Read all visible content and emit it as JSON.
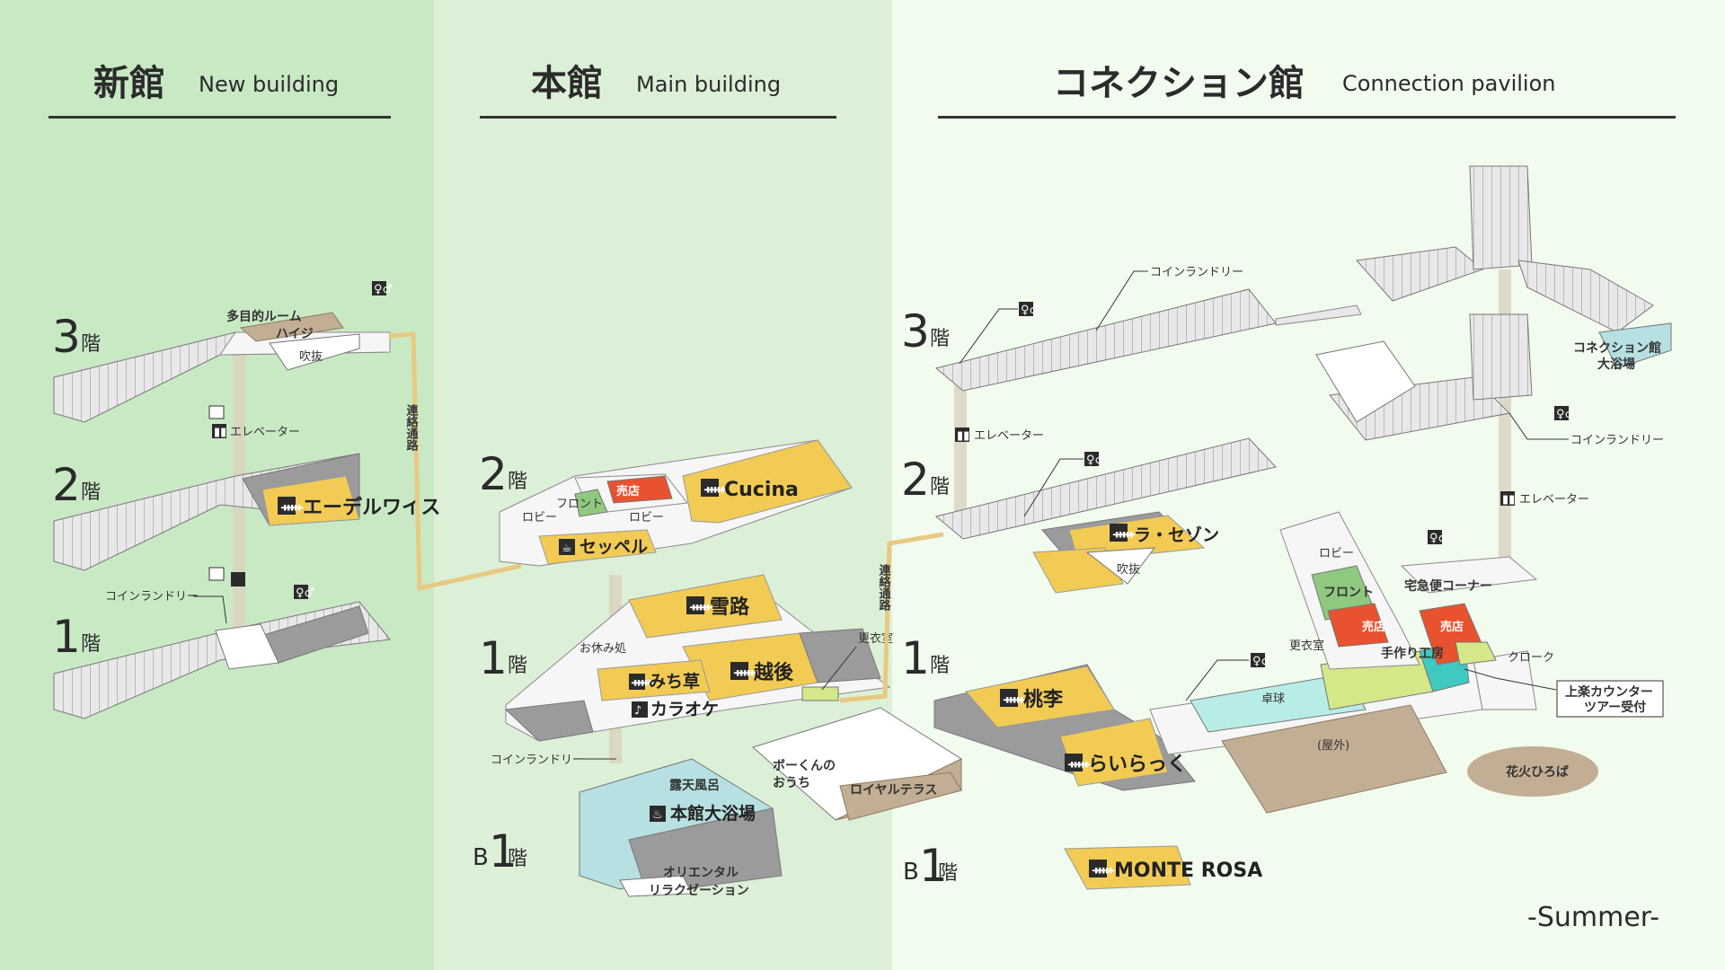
{
  "buildings": {
    "new": {
      "jp": "新館",
      "en": "New building"
    },
    "main": {
      "jp": "本館",
      "en": "Main building"
    },
    "connection": {
      "jp": "コネクション館",
      "en": "Connection pavilion"
    }
  },
  "floors": {
    "f3": "3",
    "f2": "2",
    "f1": "1",
    "kai": "階",
    "b": "B"
  },
  "labels": {
    "multi_room": "多目的ルーム",
    "haiji": "ハイジ",
    "fukinuke": "吹抜",
    "elevator": "エレベーター",
    "coin_laundry": "コインランドリー",
    "corridor": "連絡通路",
    "front": "フロント",
    "shop": "売店",
    "lobby": "ロビー",
    "rest_area": "お休み処",
    "locker_room": "更衣室",
    "outdoor_bath": "露天風呂",
    "oriental_1": "オリエンタル",
    "oriental_2": "リラクゼーション",
    "bo_kun_1": "ボーくんの",
    "bo_kun_2": "おうち",
    "royal_terrace": "ロイヤルテラス",
    "conn_bath_1": "コネクション館",
    "conn_bath_2": "大浴場",
    "takkyubin": "宅急便コーナー",
    "handcraft": "手作り工房",
    "cloak": "クローク",
    "table_tennis": "卓球",
    "outdoors": "(屋外)",
    "counter_1": "上楽カウンター",
    "counter_2": "ツアー受付",
    "fireworks": "花火ひろば"
  },
  "restaurants": {
    "edelweiss": "エーデルワイス",
    "cucina": "Cucina",
    "seppel": "セッペル",
    "yukiji": "雪路",
    "echigo": "越後",
    "michikusa": "みち草",
    "karaoke": "カラオケ",
    "main_bath": "本館大浴場",
    "la_saison": "ラ・セゾン",
    "touri": "桃李",
    "rairakku": "らいらっく",
    "monte_rosa": "MONTE ROSA"
  },
  "season": "-Summer-",
  "colors": {
    "panel_new": "#c9e9c5",
    "panel_main": "#dcf0d7",
    "panel_conn": "#f1fbee",
    "restaurant": "#f2cb55",
    "front": "#8fc87f",
    "shop": "#e8522f",
    "bath": "#b7e0e3",
    "tennis": "#b8ece6",
    "outdoor": "#c2ae94",
    "craft": "#d4e88a",
    "corridor": "#e8c982"
  },
  "icons": [
    "restroom-icon",
    "restaurant-icon",
    "cafe-icon",
    "karaoke-icon",
    "hot-spring-icon",
    "stairs-icon",
    "elevator-icon"
  ]
}
